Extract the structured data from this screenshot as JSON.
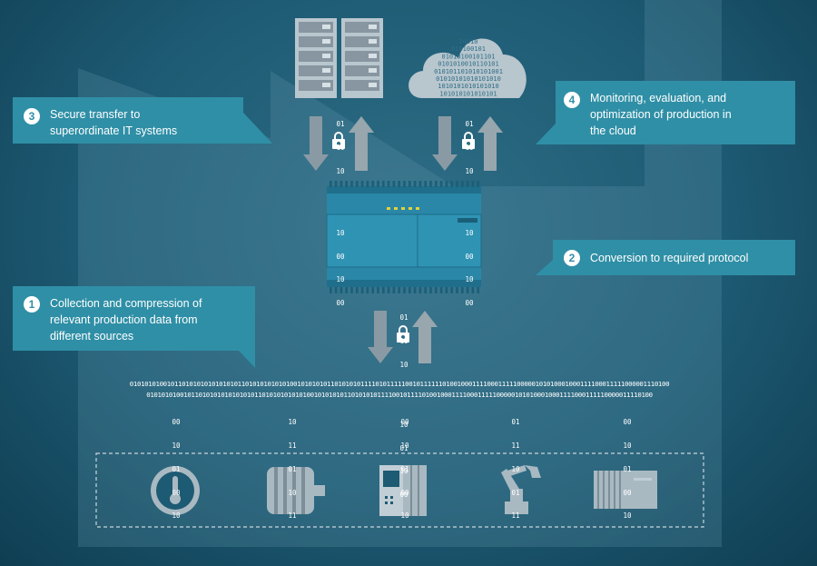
{
  "colors": {
    "callout_fill": "#2f8fa6",
    "arrow_down": "#8a9aa4",
    "arrow_up": "#98a6ae",
    "device_body": "#2a87a8",
    "led": "#e0d23a",
    "icon_fill": "#a9b9c2"
  },
  "callouts": [
    {
      "number": "3",
      "text_lines": [
        "Secure transfer to",
        "superordinate IT systems"
      ]
    },
    {
      "number": "4",
      "text_lines": [
        "Monitoring, evaluation, and",
        "optimization of production in",
        "the cloud"
      ]
    },
    {
      "number": "2",
      "text_lines": [
        "Conversion to required protocol"
      ]
    },
    {
      "number": "1",
      "text_lines": [
        "Collection and compression of",
        "relevant production data from",
        "different sources"
      ]
    }
  ],
  "bit_columns": {
    "servers_link": [
      "01",
      "10",
      "10",
      "",
      "",
      "10",
      "00",
      "10",
      "00"
    ],
    "cloud_link": [
      "01",
      "10",
      "10",
      "",
      "",
      "10",
      "00",
      "10",
      "00"
    ],
    "gateway_link": [
      "01",
      "10",
      "10",
      "",
      "",
      "10",
      "01",
      "10",
      "00"
    ],
    "sources": [
      [
        "00",
        "10",
        "01",
        "00",
        "10"
      ],
      [
        "10",
        "11",
        "01",
        "10",
        "11"
      ],
      [
        "00",
        "10",
        "01",
        "00",
        "10"
      ],
      [
        "01",
        "11",
        "10",
        "01",
        "11"
      ],
      [
        "00",
        "10",
        "01",
        "00",
        "10"
      ]
    ]
  },
  "cloud_bits": [
    "10010",
    "010100101",
    "01010100101101",
    "0101010010110101",
    "010101101010101001",
    "01010101010101010",
    "1010101010101010",
    "101010101010101"
  ],
  "bitstream": [
    "0101010100101101010101010101011010101010101001010101011010101011110101111100101111110100100011110001111100000101010001000111100011111000001110100",
    "0101010100101101010101010101011010101010101001010101011010101011110010111101001000111100011111000001010100010001111000111110000011110100"
  ],
  "sources": [
    {
      "icon": "thermometer-icon"
    },
    {
      "icon": "motor-icon"
    },
    {
      "icon": "control-panel-icon"
    },
    {
      "icon": "robot-arm-icon"
    },
    {
      "icon": "controller-device-icon"
    }
  ]
}
